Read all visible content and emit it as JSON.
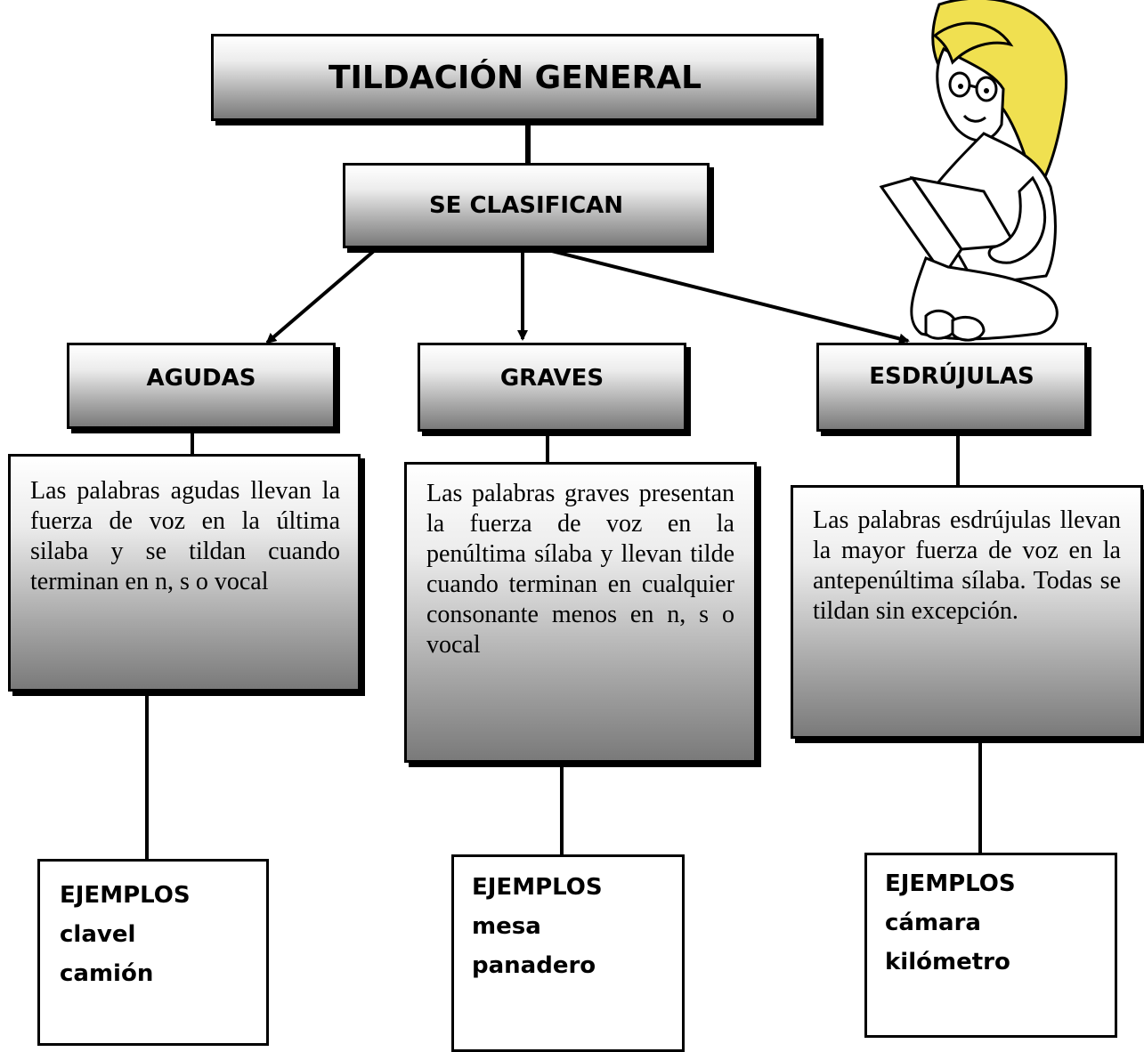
{
  "title": "TILDACIÓN GENERAL",
  "subtitle": "SE CLASIFICAN",
  "categories": [
    {
      "name": "AGUDAS",
      "description": "Las palabras agudas llevan la fuerza de voz en la última silaba y se tildan cuando terminan en n, s o vocal",
      "examples_label": "EJEMPLOS",
      "examples": [
        "clavel",
        "camión"
      ]
    },
    {
      "name": "GRAVES",
      "description": "Las palabras graves presentan la fuerza de voz en la penúltima sílaba y llevan tilde cuando terminan en cualquier consonante menos en n, s o vocal",
      "examples_label": "EJEMPLOS",
      "examples": [
        "mesa",
        "panadero"
      ]
    },
    {
      "name": "ESDRÚJULAS",
      "description": "Las palabras esdrújulas llevan la mayor fuerza de voz en la antepenúltima sílaba. Todas se tildan sin excepción.",
      "examples_label": "EJEMPLOS",
      "examples": [
        "cámara",
        "kilómetro"
      ]
    }
  ],
  "colors": {
    "line": "#000000",
    "box_top": "#ffffff",
    "box_bottom": "#7a7a7a",
    "hair": "#f0e050"
  }
}
